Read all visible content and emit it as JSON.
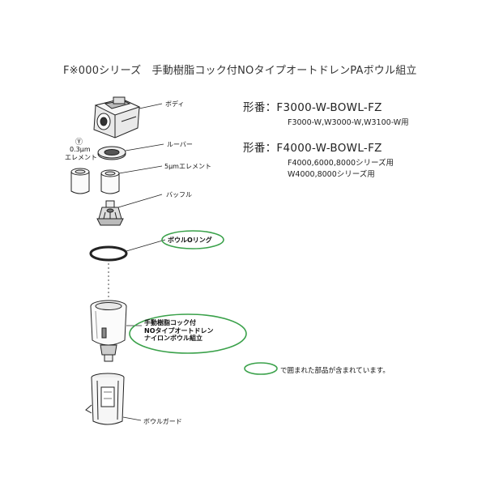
{
  "title": "F※000シリーズ　手動樹脂コック付NOタイプオートドレンPAボウル組立",
  "models": [
    {
      "label": "形番：F3000-W-BOWL-FZ",
      "compat": [
        "F3000-W,W3000-W,W3100-W用"
      ]
    },
    {
      "label": "形番：F4000-W-BOWL-FZ",
      "compat": [
        "F4000,6000,8000シリーズ用",
        "W4000,8000シリーズ用"
      ]
    }
  ],
  "parts": {
    "body": "ボディ",
    "louver": "ルーバー",
    "option_mark": "Ⓨ",
    "element_03_line1": "0.3μm",
    "element_03_line2": "エレメント",
    "element_5": "5μmエレメント",
    "baffle": "バッフル",
    "bowl_oring": "ボウルOリング",
    "drain_bowl_line1": "手動樹脂コック付",
    "drain_bowl_line2": "NOタイプオートドレン",
    "drain_bowl_line3": "ナイロンボウル組立",
    "bowl_guard": "ボウルガード"
  },
  "legend": {
    "text": "で囲まれた部品が含まれています。",
    "highlight_color": "#3aa14a"
  }
}
